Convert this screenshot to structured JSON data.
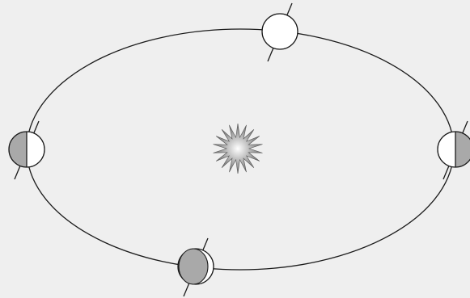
{
  "diagram": {
    "type": "orbit-diagram",
    "background_color": "#efefef",
    "orbit_color": "#1a1a1a",
    "sun": {
      "icon": "sun-icon",
      "color_center": "#ffffff",
      "color_edge": "#6e6e6e"
    },
    "planet_colors": {
      "lit": "#ffffff",
      "shadow": "#a9a9a9",
      "outline": "#1a1a1a"
    },
    "planets": [
      {
        "id": "top",
        "icon": "planet-icon",
        "phase": "full"
      },
      {
        "id": "left",
        "icon": "planet-icon",
        "phase": "left-half-shadow"
      },
      {
        "id": "right",
        "icon": "planet-icon",
        "phase": "right-half-shadow"
      },
      {
        "id": "bottom",
        "icon": "planet-icon",
        "phase": "mostly-shadow"
      }
    ]
  }
}
